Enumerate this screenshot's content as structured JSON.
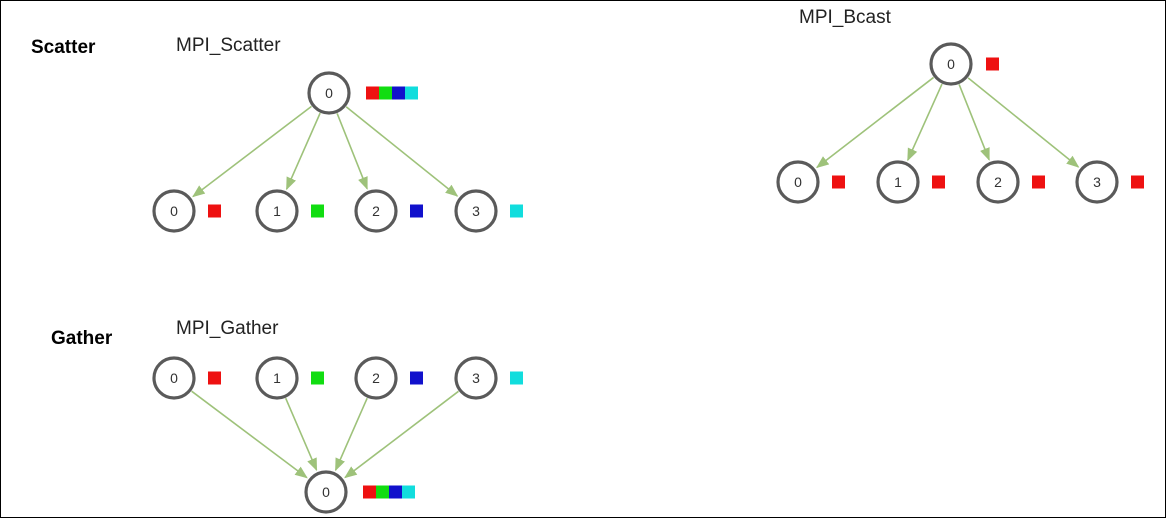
{
  "colors": {
    "edge": "#9ec27a",
    "node_stroke": "#5a5a5a",
    "chunks": [
      "#ee1111",
      "#11dd11",
      "#1111cc",
      "#11dddd"
    ]
  },
  "sections": {
    "scatter_label": "Scatter",
    "gather_label": "Gather"
  },
  "diagrams": [
    {
      "id": "scatter",
      "title": "MPI_Scatter",
      "root": {
        "label": "0",
        "chunks": [
          0,
          1,
          2,
          3
        ]
      },
      "children": [
        {
          "label": "0",
          "chunks": [
            0
          ]
        },
        {
          "label": "1",
          "chunks": [
            1
          ]
        },
        {
          "label": "2",
          "chunks": [
            2
          ]
        },
        {
          "label": "3",
          "chunks": [
            3
          ]
        }
      ],
      "direction": "root-to-children"
    },
    {
      "id": "bcast",
      "title": "MPI_Bcast",
      "root": {
        "label": "0",
        "chunks": [
          0
        ]
      },
      "children": [
        {
          "label": "0",
          "chunks": [
            0
          ]
        },
        {
          "label": "1",
          "chunks": [
            0
          ]
        },
        {
          "label": "2",
          "chunks": [
            0
          ]
        },
        {
          "label": "3",
          "chunks": [
            0
          ]
        }
      ],
      "direction": "root-to-children"
    },
    {
      "id": "gather",
      "title": "MPI_Gather",
      "root": {
        "label": "0",
        "chunks": [
          0,
          1,
          2,
          3
        ]
      },
      "children": [
        {
          "label": "0",
          "chunks": [
            0
          ]
        },
        {
          "label": "1",
          "chunks": [
            1
          ]
        },
        {
          "label": "2",
          "chunks": [
            2
          ]
        },
        {
          "label": "3",
          "chunks": [
            3
          ]
        }
      ],
      "direction": "children-to-root"
    }
  ]
}
